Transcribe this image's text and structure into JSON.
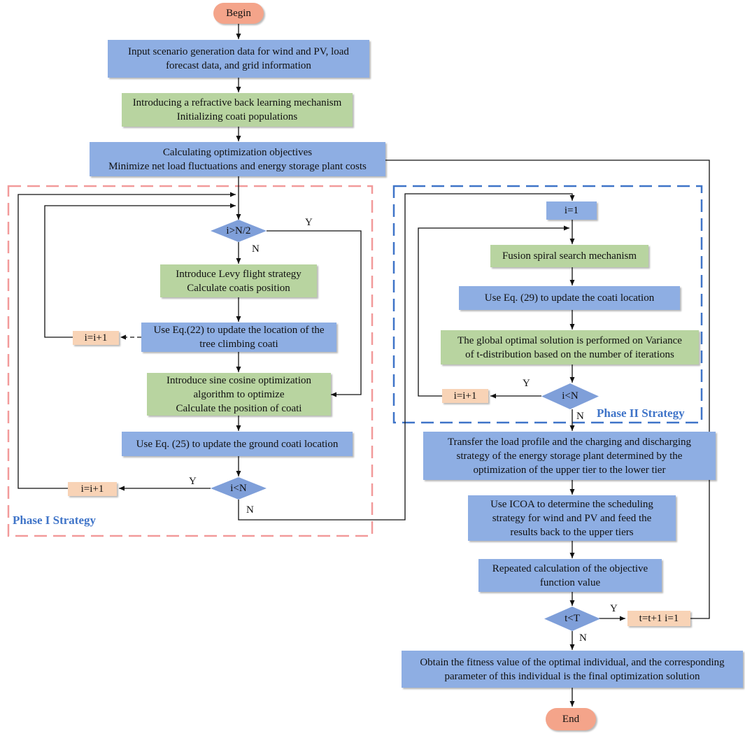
{
  "colors": {
    "blue": "#8eaee3",
    "green": "#b8d4a0",
    "peach": "#f8d3b6",
    "terminal": "#f4a48a",
    "diamond": "#7f9fd9",
    "phase1_border": "#f29a9a",
    "phase2_border": "#3f74c8",
    "phase_text": "#3f74c8"
  },
  "nodes": {
    "begin": "Begin",
    "input": "Input scenario generation data for wind and PV, load\nforecast data, and grid information",
    "refractive": "Introducing a refractive back learning mechanism\nInitializing coati populations",
    "objectives": "Calculating optimization objectives\nMinimize net load fluctuations and energy storage plant costs",
    "levy": "Introduce Levy flight strategy\nCalculate coatis position",
    "eq22": "Use Eq.(22) to update the location of the\ntree climbing coati",
    "sine": "Introduce sine cosine optimization\nalgorithm to optimize\nCalculate the position of coati",
    "eq25": "Use Eq. (25) to update the ground coati location",
    "i_eq_1": "i=1",
    "spiral": "Fusion spiral search mechanism",
    "eq29": "Use Eq. (29) to update the coati location",
    "tdist": "The global optimal solution is performed on Variance\nof t-distribution based on the number of iterations",
    "transfer": "Transfer the load profile and the charging and discharging\nstrategy of the energy storage plant determined by the\noptimization of the upper tier to the lower tier",
    "icoa": "Use ICOA to determine the scheduling\nstrategy for wind and PV and feed the\nresults back to the upper tiers",
    "repeated": "Repeated calculation of the objective\nfunction value",
    "fitness": "Obtain the fitness value of the optimal individual, and the corresponding\nparameter of this individual is the final optimization solution",
    "end": "End",
    "inc_a": "i=i+1",
    "inc_b": "i=i+1",
    "inc_c": "i=i+1",
    "inc_t": "t=t+1   i=1"
  },
  "decisions": {
    "d_half": "i>N/2",
    "d_n1": "i<N",
    "d_n2": "i<N",
    "d_t": "t<T"
  },
  "edge_labels": {
    "y_half": "Y",
    "n_half": "N",
    "y_n1": "Y",
    "n_n1": "N",
    "y_n2": "Y",
    "n_n2": "N",
    "y_t": "Y",
    "n_t": "N"
  },
  "phases": {
    "phase1": "Phase I Strategy",
    "phase2": "Phase II Strategy"
  }
}
